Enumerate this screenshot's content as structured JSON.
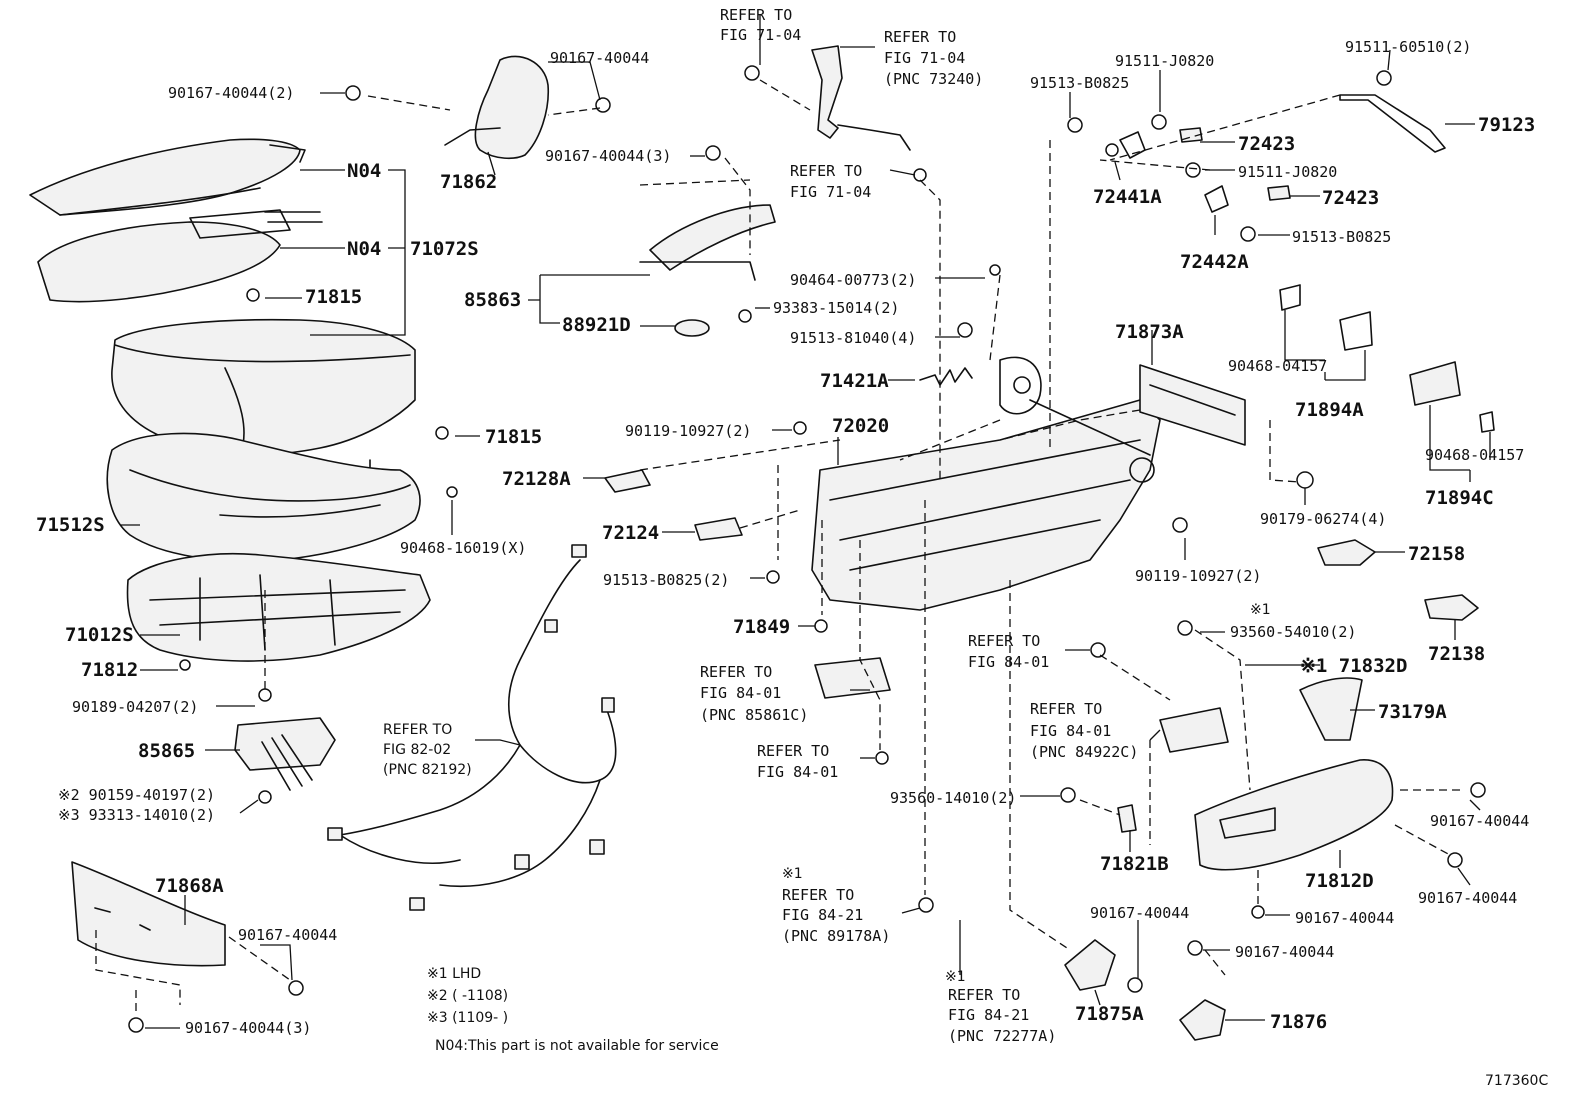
{
  "diagram_code": "717360C",
  "notes": {
    "n1": "※1 LHD",
    "n2": "※2 (         -1108)",
    "n3": "※3 (1109-         )",
    "n04": "N04:This part is not available for service"
  },
  "labels": {
    "p90167_40044_2_top": "90167-40044(2)",
    "p90167_40044_top": "90167-40044",
    "p71862": "71862",
    "p90167_40044_3_mid": "90167-40044(3)",
    "n04_a": "N04",
    "n04_b": "N04",
    "p71072s": "71072S",
    "p71815_a": "71815",
    "p71815_b": "71815",
    "p85863": "85863",
    "p88921d": "88921D",
    "p93383": "93383-15014(2)",
    "p71512s": "71512S",
    "p90468_16019": "90468-16019(X)",
    "p71012s": "71012S",
    "p71812": "71812",
    "p90189": "90189-04207(2)",
    "p85865": "85865",
    "p90159": "※2 90159-40197(2)",
    "p93313": "※3 93313-14010(2)",
    "p71868a": "71868A",
    "p90167_40044_lower": "90167-40044",
    "p90167_40044_3_bottom": "90167-40044(3)",
    "ref_82_02_a": "REFER TO",
    "ref_82_02_b": "FIG 82-02",
    "ref_82_02_c": "(PNC 82192)",
    "ref_71_04_top_a": "REFER TO",
    "ref_71_04_top_b": "FIG 71-04",
    "ref_71_04_belt_a": "REFER TO",
    "ref_71_04_belt_b": "FIG 71-04",
    "ref_71_04_belt_c": "(PNC 73240)",
    "ref_71_04_mid_a": "REFER TO",
    "ref_71_04_mid_b": "FIG 71-04",
    "p90464": "90464-00773(2)",
    "p91513_81040": "91513-81040(4)",
    "p71421a": "71421A",
    "p90119_a": "90119-10927(2)",
    "p72020": "72020",
    "p72128a": "72128A",
    "p72124": "72124",
    "p91513_b0825_2": "91513-B0825(2)",
    "p71849": "71849",
    "ref_84_01_a1": "REFER TO",
    "ref_84_01_a2": "FIG 84-01",
    "ref_84_01_a3": "(PNC 85861C)",
    "ref_84_01_b1": "REFER TO",
    "ref_84_01_b2": "FIG 84-01",
    "ref_84_21_a0": "※1",
    "ref_84_21_a1": "REFER TO",
    "ref_84_21_a2": "FIG 84-21",
    "ref_84_21_a3": "(PNC 89178A)",
    "ref_84_21_b0": "※1",
    "ref_84_21_b1": "REFER TO",
    "ref_84_21_b2": "FIG 84-21",
    "ref_84_21_b3": "(PNC 72277A)",
    "p91511_60510": "91511-60510(2)",
    "p91511_j0820_a": "91511-J0820",
    "p91513_b0825_a": "91513-B0825",
    "p79123": "79123",
    "p72423_a": "72423",
    "p91511_j0820_b": "91511-J0820",
    "p72441a": "72441A",
    "p72423_b": "72423",
    "p91513_b0825_b": "91513-B0825",
    "p72442a": "72442A",
    "p71873a": "71873A",
    "p90468_04157_a": "90468-04157",
    "p71894a": "71894A",
    "p90468_04157_b": "90468-04157",
    "p71894c": "71894C",
    "p90179": "90179-06274(4)",
    "p72158": "72158",
    "p90119_b": "90119-10927(2)",
    "p93560_54010_mark": "※1",
    "p93560_54010": "93560-54010(2)",
    "p71832d": "※1 71832D",
    "p72138": "72138",
    "ref_84_01_c1": "REFER TO",
    "ref_84_01_c2": "FIG 84-01",
    "ref_84_01_d1": "REFER TO",
    "ref_84_01_d2": "FIG 84-01",
    "ref_84_01_d3": "(PNC 84922C)",
    "p73179a": "73179A",
    "p93560_14010": "93560-14010(2)",
    "p71821b": "71821B",
    "p90167_40044_r1": "90167-40044",
    "p71812d": "71812D",
    "p90167_40044_r2": "90167-40044",
    "p90167_40044_r3": "90167-40044",
    "p90167_40044_r4": "90167-40044",
    "p90167_40044_r5": "90167-40044",
    "p71875a": "71875A",
    "p71876": "71876"
  }
}
